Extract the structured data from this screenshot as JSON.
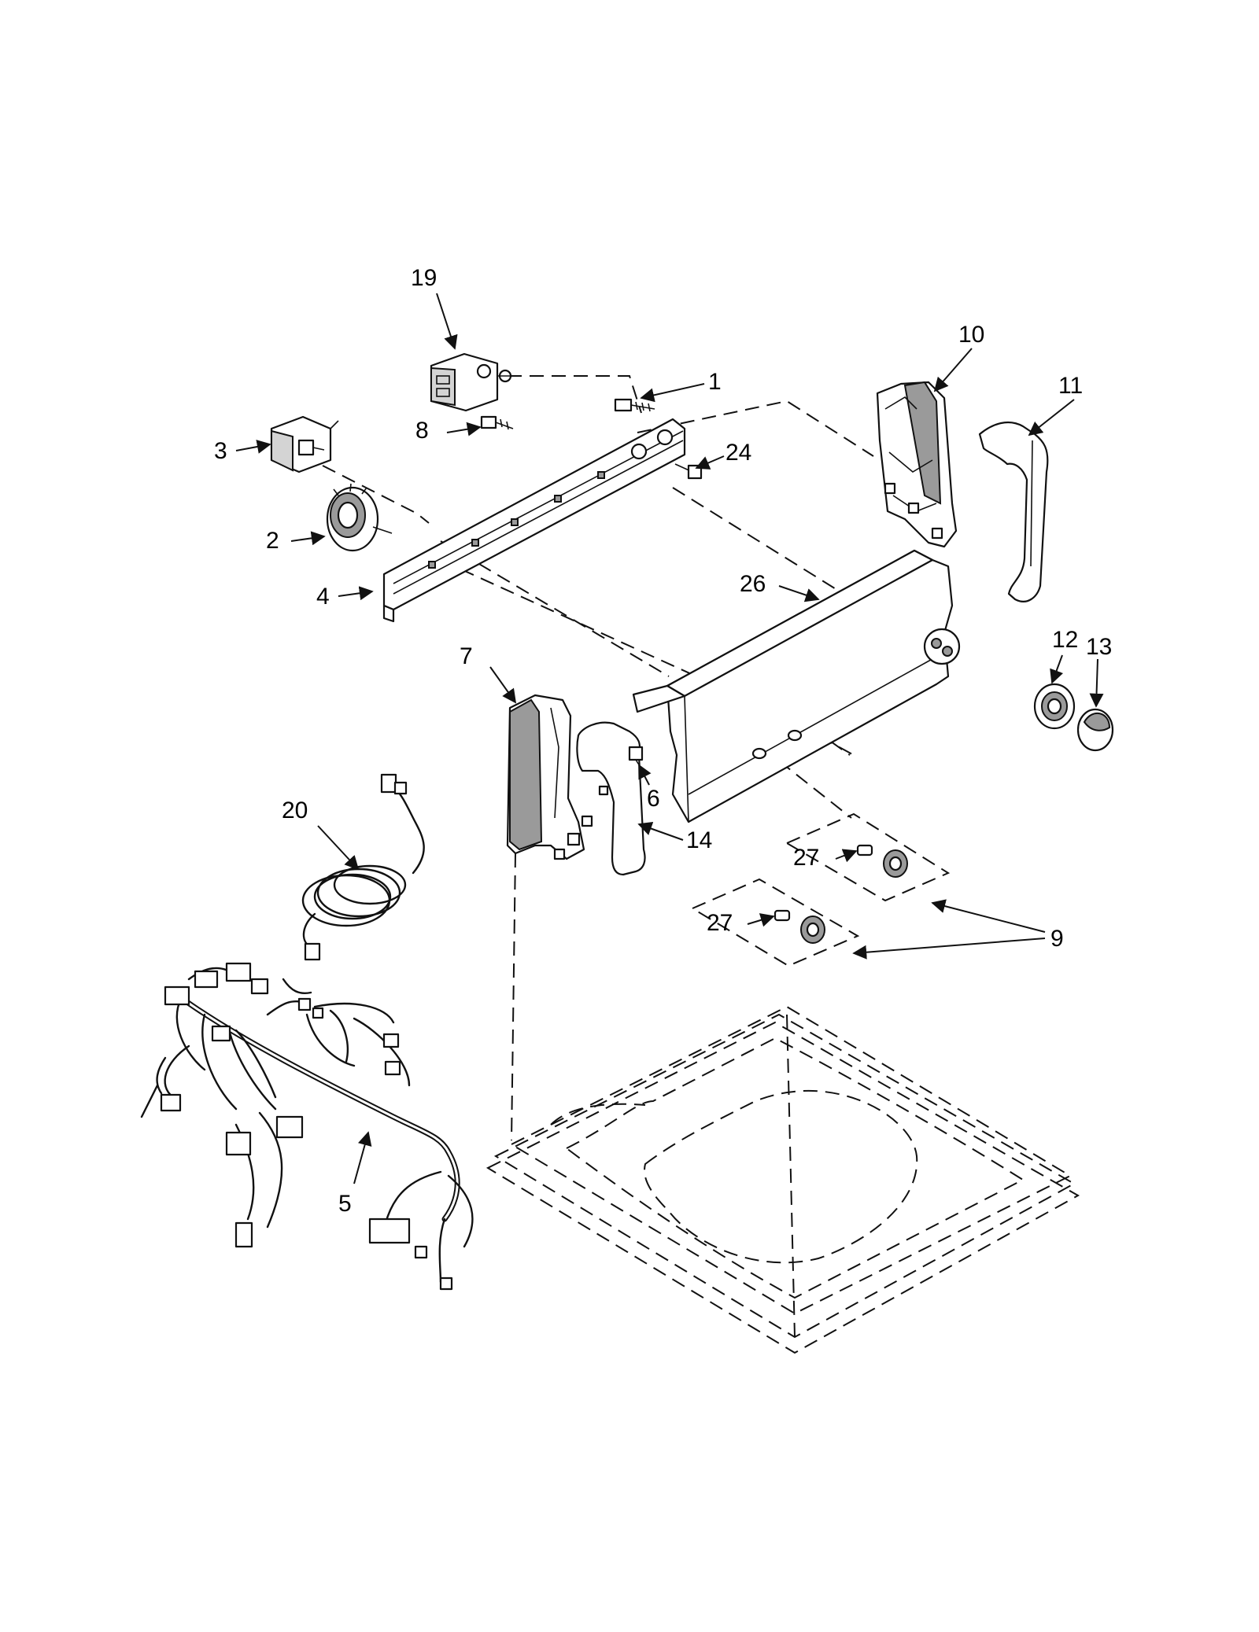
{
  "diagram": {
    "colors": {
      "ink": "#111111",
      "background": "#ffffff",
      "shade": "#9a9a9a"
    },
    "callouts": {
      "c1": "1",
      "c2": "2",
      "c3": "3",
      "c4": "4",
      "c5": "5",
      "c6": "6",
      "c7": "7",
      "c8": "8",
      "c9": "9",
      "c10": "10",
      "c11": "11",
      "c12": "12",
      "c13": "13",
      "c14": "14",
      "c19": "19",
      "c20": "20",
      "c24": "24",
      "c26": "26",
      "c27a": "27",
      "c27b": "27"
    }
  }
}
